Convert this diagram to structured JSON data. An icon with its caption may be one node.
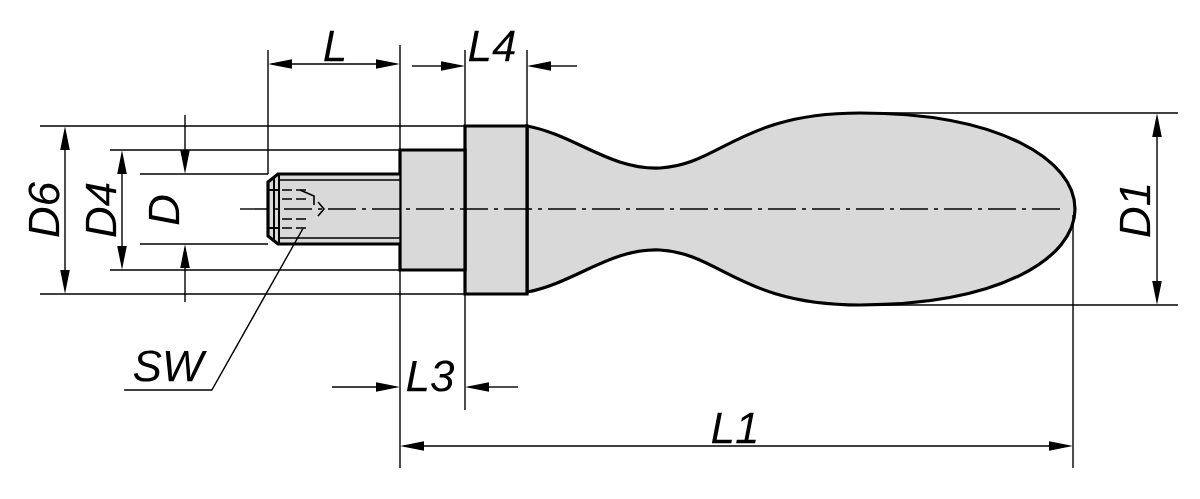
{
  "diagram": {
    "nodes": [
      {
        "text": [
          "SW"
        ]
      },
      {
        "text": [],
        "shape": "picture"
      }
    ],
    "edges": [
      {
        "from": 0,
        "to": 1,
        "arrow": "none"
      }
    ],
    "labels": [
      "L",
      "L4",
      "D6",
      "D4",
      "D",
      "D1",
      "L3",
      "L1"
    ]
  }
}
